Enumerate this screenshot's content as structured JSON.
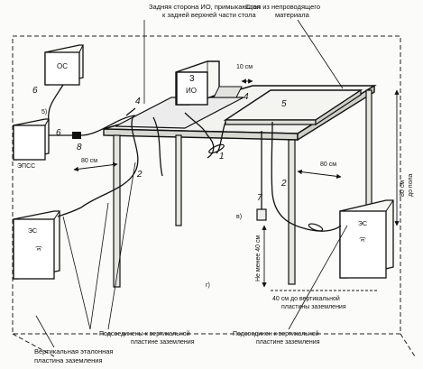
{
  "labels": {
    "back_side_line1": "Задняя сторона ИО, примыкающая",
    "back_side_line2": "к задней верхней части стола",
    "table_line1": "Стол из непроводящего",
    "table_line2": "материала",
    "os": "ОС",
    "io": "ИО",
    "epss": "ЭПСС",
    "es": "ЭС",
    "dim_10": "10 см",
    "dim_80_left": "80 см",
    "dim_80_right": "80 см",
    "dim_80_vertical_1": "80 см",
    "dim_80_vertical_2": "до пола",
    "min_40": "Не менее 40 см",
    "dim_40_to_plate": "40 см до вертикальной",
    "dim_40_to_plate_2": "пластины заземления",
    "connected_left_1": "Подсоединены к вертикальной",
    "connected_left_2": "пластине заземления",
    "connected_right_1": "Подсоединен к вертикальной",
    "connected_right_2": "пластине заземления",
    "plate_1": "Вертикальная эталонная",
    "plate_2": "пластина заземления",
    "marker_5b": "5)",
    "marker_v": "в)",
    "marker_g": "г)",
    "marker_z": "з)"
  },
  "numbers": {
    "n1": "1",
    "n2_left": "2",
    "n2_right": "2",
    "n3": "3",
    "n4_left": "4",
    "n4_right": "4",
    "n5": "5",
    "n6_top": "6",
    "n6_mid": "6",
    "n7": "7",
    "n8": "8"
  }
}
